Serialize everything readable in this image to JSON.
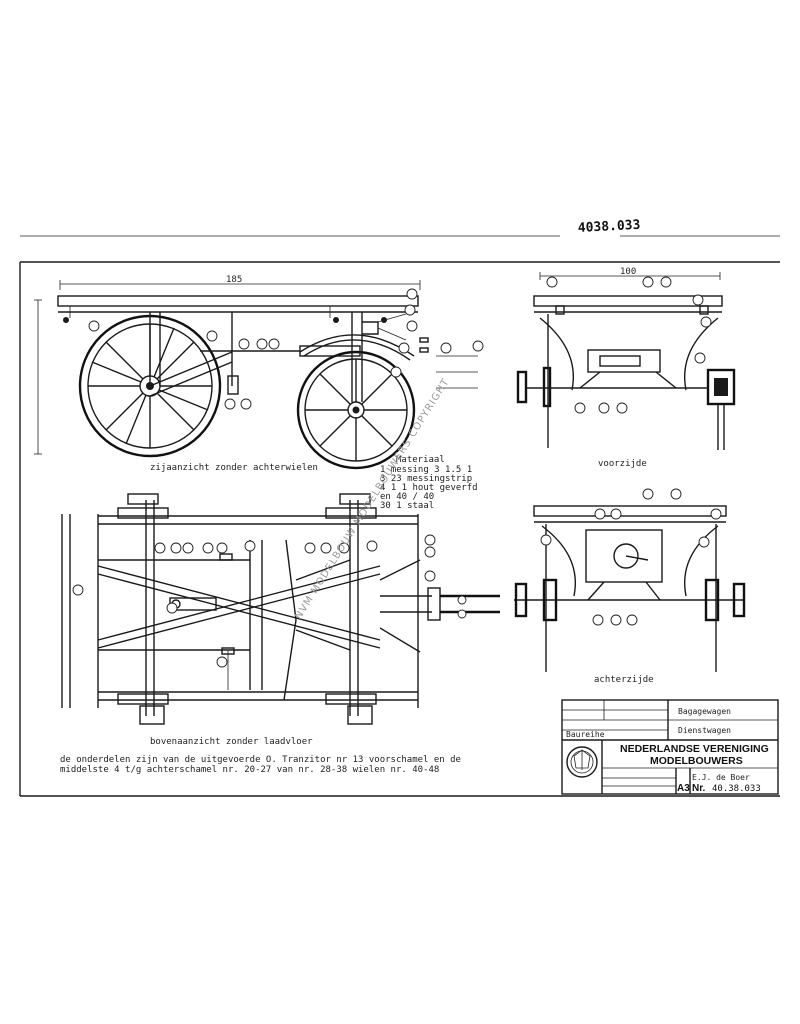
{
  "drawing": {
    "number_handwritten": "4038.033",
    "views": {
      "side": "zijaanzicht zonder achterwielen",
      "front": "voorzijde",
      "bottom": "bovenaanzicht zonder laadvloer",
      "rear": "achterzijde"
    },
    "notes": {
      "line1": "de onderdelen zijn van de uitgevoerde O. Tranzitor nr 13 voorschamel en de",
      "line2": "middelste 4 t/g achterschamel nr. 20-27 van nr. 28-38 wielen nr. 40-48"
    },
    "dimensions": {
      "overall_length": "185",
      "front_width": "100"
    },
    "materials_block": {
      "title": "Materiaal",
      "line1": "1 messing 3 1.5 1",
      "line2": "3 23 messingstrip",
      "line3": "4 1 1 hout geverfd",
      "line4": "en 40 / 40",
      "line5": "30 1 staal"
    }
  },
  "title_block": {
    "field1_value": "Bagagewagen",
    "field2_value": "Dienstwagen",
    "field3_value": "Baureihe",
    "drawn_by": "E.J. de Boer",
    "organisation_line1": "NEDERLANDSE VERENIGING",
    "organisation_line2": "MODELBOUWERS",
    "sheet_size": "A3",
    "nr_label": "Nr.",
    "nr_value": "40.38.033"
  },
  "watermark": {
    "text": "NVM MODELBOUW MODELBOUWERS COPYRIGHT"
  },
  "icons": {
    "seal": "nvm-emblem-icon"
  }
}
